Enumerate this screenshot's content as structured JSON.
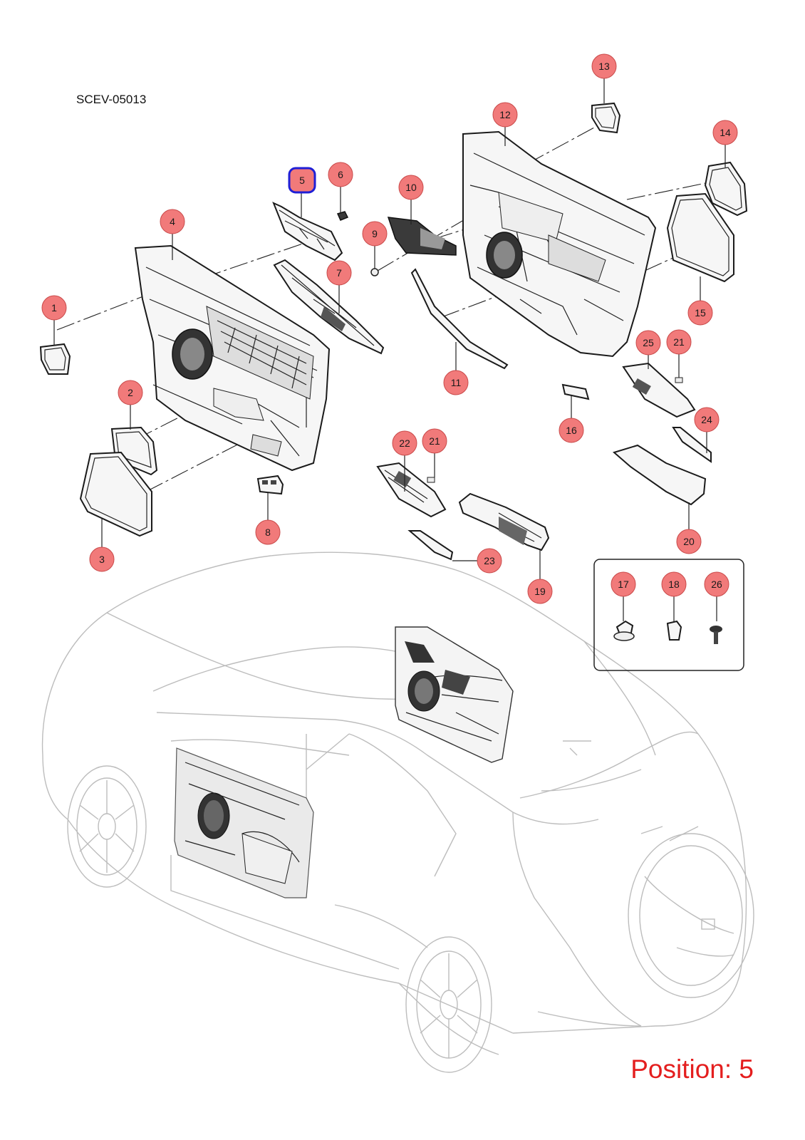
{
  "diagram_code": "SCEV-05013",
  "position_text": "Position: 5",
  "selected_callout": "5",
  "colors": {
    "callout_fill": "#f17a7a",
    "callout_stroke": "#c94a4a",
    "selected_stroke": "#1f1fd6",
    "position_text": "#e41e1e",
    "car_outline": "#bdbdbd"
  },
  "callouts": [
    "1",
    "2",
    "3",
    "4",
    "5",
    "6",
    "7",
    "8",
    "9",
    "10",
    "11",
    "12",
    "13",
    "14",
    "15",
    "16",
    "17",
    "18",
    "19",
    "20",
    "21",
    "21",
    "22",
    "23",
    "24",
    "25",
    "26"
  ]
}
